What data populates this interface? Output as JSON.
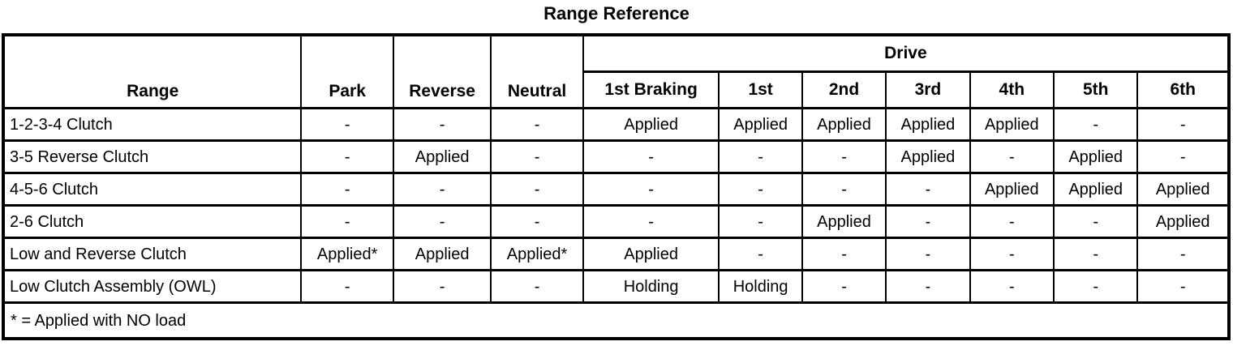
{
  "title": "Range Reference",
  "table": {
    "drive_header": "Drive",
    "columns": {
      "range": "Range",
      "park": "Park",
      "reverse": "Reverse",
      "neutral": "Neutral",
      "braking1st": "1st Braking",
      "g1": "1st",
      "g2": "2nd",
      "g3": "3rd",
      "g4": "4th",
      "g5": "5th",
      "g6": "6th"
    },
    "rows": [
      {
        "label": "1-2-3-4 Clutch",
        "values": [
          "-",
          "-",
          "-",
          "Applied",
          "Applied",
          "Applied",
          "Applied",
          "Applied",
          "-",
          "-"
        ]
      },
      {
        "label": "3-5 Reverse Clutch",
        "values": [
          "-",
          "Applied",
          "-",
          "-",
          "-",
          "-",
          "Applied",
          "-",
          "Applied",
          "-"
        ]
      },
      {
        "label": "4-5-6 Clutch",
        "values": [
          "-",
          "-",
          "-",
          "-",
          "-",
          "-",
          "-",
          "Applied",
          "Applied",
          "Applied"
        ]
      },
      {
        "label": "2-6 Clutch",
        "values": [
          "-",
          "-",
          "-",
          "-",
          "-",
          "Applied",
          "-",
          "-",
          "-",
          "Applied"
        ]
      },
      {
        "label": "Low and Reverse Clutch",
        "values": [
          "Applied*",
          "Applied",
          "Applied*",
          "Applied",
          "-",
          "-",
          "-",
          "-",
          "-",
          "-"
        ]
      },
      {
        "label": "Low Clutch Assembly (OWL)",
        "values": [
          "-",
          "-",
          "-",
          "Holding",
          "Holding",
          "-",
          "-",
          "-",
          "-",
          "-"
        ]
      }
    ],
    "footnote": "* = Applied with NO load"
  },
  "colors": {
    "border": "#000000",
    "background": "#ffffff",
    "text": "#000000"
  }
}
